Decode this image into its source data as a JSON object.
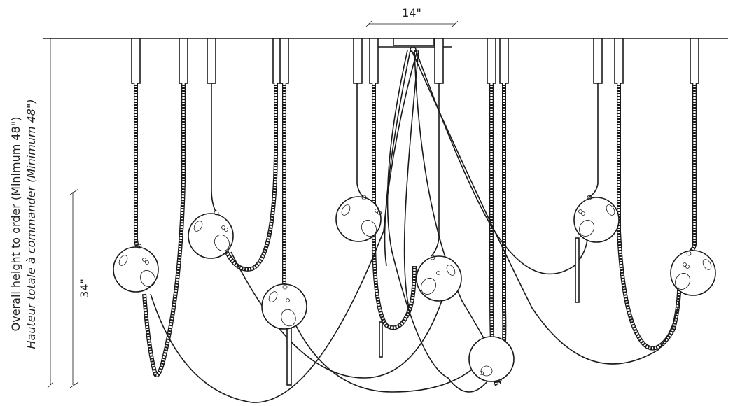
{
  "dimensions": {
    "canopy_width": "14\"",
    "drop_length": "34\""
  },
  "labels": {
    "overall_height_en": "Overall height to order (Minimum 48\")",
    "overall_height_fr": "Hauteur totale à commander (Minimum 48\")"
  }
}
